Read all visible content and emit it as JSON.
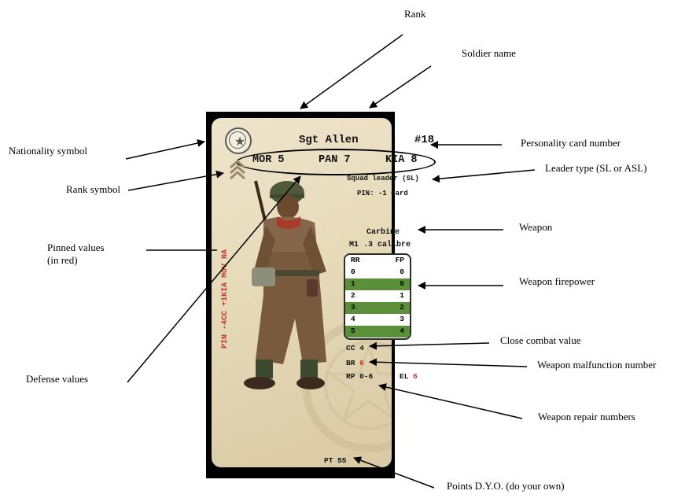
{
  "labels": {
    "rank": "Rank",
    "soldier_name": "Soldier name",
    "nationality_symbol": "Nationality symbol",
    "card_number": "Personality card number",
    "rank_symbol": "Rank symbol",
    "leader_type": "Leader type (SL or ASL)",
    "weapon": "Weapon",
    "pinned_values_1": "Pinned values",
    "pinned_values_2": "(in red)",
    "weapon_firepower": "Weapon firepower",
    "close_combat": "Close combat value",
    "malfunction": "Weapon malfunction number",
    "defense_values": "Defense values",
    "repair_numbers": "Weapon repair numbers",
    "points": "Points D.Y.O. (do your own)"
  },
  "card": {
    "name": "Sgt  Allen",
    "number": "#18",
    "mor": "MOR 5",
    "pan": "PAN 7",
    "kia": "KIA 8",
    "leader_type": "Squad leader (SL)",
    "pin_effect": "PIN: -1 Card",
    "pinned_text": "PIN -4CC +1KIA MOV NA",
    "weapon_name": "Carbine",
    "weapon_type": "M1 .3 calibre",
    "fp_header": {
      "rr": "RR",
      "fp": "FP"
    },
    "fp_rows": [
      {
        "rr": "0",
        "fp": "0"
      },
      {
        "rr": "1",
        "fp": "0"
      },
      {
        "rr": "2",
        "fp": "1"
      },
      {
        "rr": "3",
        "fp": "2"
      },
      {
        "rr": "4",
        "fp": "3"
      },
      {
        "rr": "5",
        "fp": "4"
      }
    ],
    "cc_label": "CC",
    "cc_value": "4",
    "br_label": "BR",
    "br_value": "6",
    "rp_label": "RP",
    "rp_value": "0-6",
    "el_label": "EL",
    "el_value": "6",
    "pt": "PT 55"
  },
  "colors": {
    "pinned_red": "#c0392b",
    "table_green": "#5c8f3a",
    "card_bg": "#e6dab8"
  }
}
